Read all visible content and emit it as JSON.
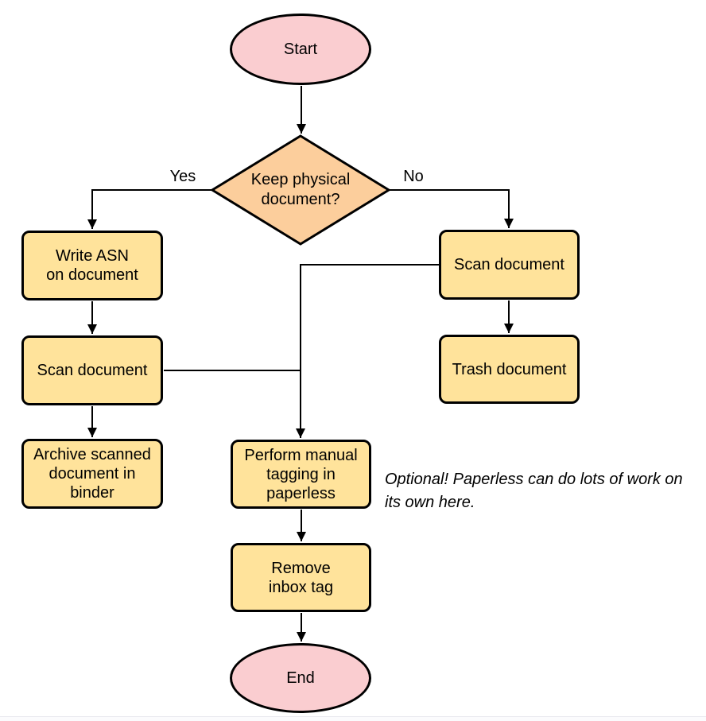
{
  "colors": {
    "terminal-fill": "#facdd0",
    "decision-fill": "#fcce9c",
    "process-fill": "#ffe39b",
    "stroke": "#000000",
    "text": "#000000",
    "footer-line": "#e8e8ee",
    "footer-bg": "#fbfbfd"
  },
  "diagram": {
    "nodes": {
      "start": {
        "label": "Start",
        "type": "terminal"
      },
      "decision": {
        "label": "Keep physical\ndocument?",
        "type": "decision"
      },
      "write_asn": {
        "label": "Write ASN\non document",
        "type": "process"
      },
      "scan_left": {
        "label": "Scan document",
        "type": "process"
      },
      "archive": {
        "label": "Archive scanned\ndocument in\nbinder",
        "type": "process"
      },
      "scan_right": {
        "label": "Scan document",
        "type": "process"
      },
      "trash": {
        "label": "Trash document",
        "type": "process"
      },
      "perform_tagging": {
        "label": "Perform manual\ntagging in\npaperless",
        "type": "process"
      },
      "remove_inbox": {
        "label": "Remove\ninbox tag",
        "type": "process"
      },
      "end": {
        "label": "End",
        "type": "terminal"
      }
    },
    "edge_labels": {
      "yes": "Yes",
      "no": "No"
    },
    "annotation": {
      "text": "Optional! Paperless can do lots of work on\nits own here."
    }
  }
}
